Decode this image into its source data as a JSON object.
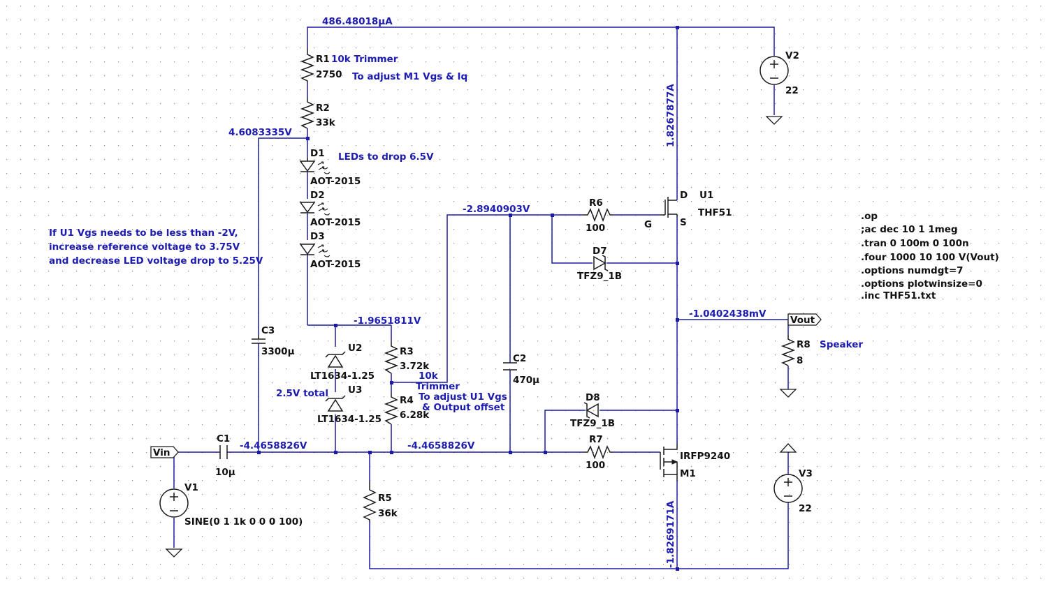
{
  "schematic": {
    "labels": {
      "i_r1": "486.48018µA",
      "r1_name": "R1",
      "r1_desc": "10k Trimmer",
      "r1_val": "2750",
      "r1_note": "To adjust M1 Vgs & Iq",
      "r2_name": "R2",
      "r2_val": "33k",
      "v_node1": "4.6083335V",
      "d1_name": "D1",
      "d1_model": "AOT-2015",
      "led_note": "LEDs to drop 6.5V",
      "d2_name": "D2",
      "d2_model": "AOT-2015",
      "d3_name": "D3",
      "d3_model": "AOT-2015",
      "note_line1": "If U1 Vgs needs to be less than -2V,",
      "note_line2": "increase reference voltage to 3.75V",
      "note_line3": "and decrease LED voltage drop to 5.25V",
      "v_node2": "-1.9651811V",
      "c3_name": "C3",
      "c3_val": "3300µ",
      "u2_name": "U2",
      "u2_model": "LT1634-1.25",
      "u3_name": "U3",
      "u3_model": "LT1634-1.25",
      "ref_note": "2.5V total",
      "r3_name": "R3",
      "r3_val": "3.72k",
      "trim_note1": "10k",
      "trim_note2": "Trimmer",
      "trim_note3": "To adjust U1 Vgs",
      "trim_note4": "& Output offset",
      "r4_name": "R4",
      "r4_val": "6.28k",
      "v_gate_u1": "-2.8940903V",
      "r6_name": "R6",
      "r6_val": "100",
      "d7_name": "D7",
      "d7_model": "TFZ9_1B",
      "u1_name": "U1",
      "u1_model": "THF51",
      "pin_d": "D",
      "pin_g": "G",
      "pin_s": "S",
      "i_u1": "1.8267877A",
      "v2_name": "V2",
      "v2_val": "22",
      "v_out": "-1.0402438mV",
      "vout_port": "Vout",
      "r8_name": "R8",
      "r8_val": "8",
      "speaker": "Speaker",
      "c2_name": "C2",
      "c2_val": "470µ",
      "d8_name": "D8",
      "d8_model": "TFZ9_1B",
      "vin_port": "Vin",
      "c1_name": "C1",
      "c1_val": "10µ",
      "v_node3": "-4.4658826V",
      "v_node4": "-4.4658826V",
      "r7_name": "R7",
      "r7_val": "100",
      "m1_model": "IRFP9240",
      "m1_name": "M1",
      "v1_name": "V1",
      "v1_val": "SINE(0 1 1k 0 0 0 100)",
      "r5_name": "R5",
      "r5_val": "36k",
      "v3_name": "V3",
      "v3_val": "22",
      "i_m1": "-1.8269171A"
    },
    "directives": [
      ".op",
      ";ac dec 10 1 1meg",
      ".tran 0 100m 0 100n",
      ".four 1000 10 100 V(Vout)",
      ".options numdgt=7",
      ".options plotwinsize=0",
      ".inc THF51.txt"
    ],
    "colors": {
      "wire": "#1a1aa6",
      "component": "#1a1a1a",
      "annotation": "#1c1cb0",
      "background": "#ffffff"
    }
  }
}
